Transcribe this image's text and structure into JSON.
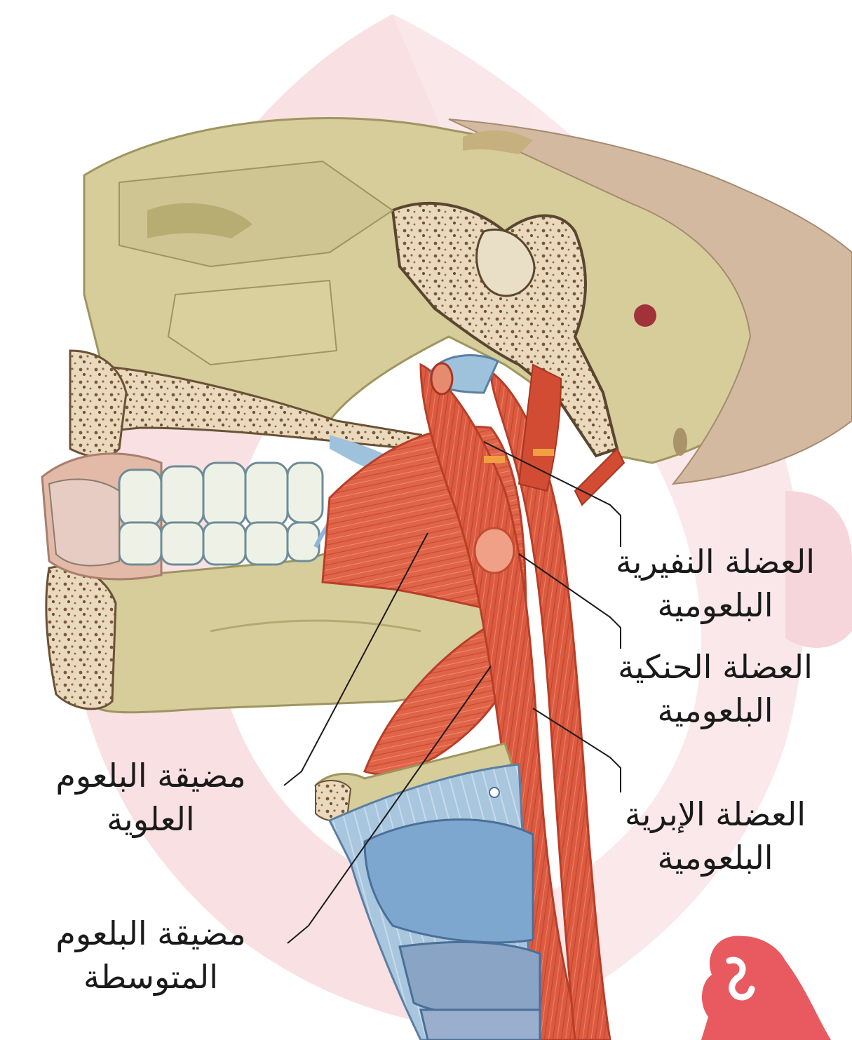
{
  "labels": {
    "salpingopharyngeus": {
      "line1": "العضلة النفيرية",
      "line2": "البلعومية"
    },
    "palatopharyngeus": {
      "line1": "العضلة الحنكية",
      "line2": "البلعومية"
    },
    "stylopharyngeus": {
      "line1": "العضلة الإبرية",
      "line2": "البلعومية"
    },
    "superior_constrictor": {
      "line1": "مضيقة البلعوم",
      "line2": "العلوية"
    },
    "middle_constrictor": {
      "line1": "مضيقة البلعوم",
      "line2": "المتوسطة"
    }
  },
  "colors": {
    "bone": "#d6cd9a",
    "bone_shadow": "#b9ae73",
    "bone_spongy": "#e9dcc0",
    "muscle": "#e2654b",
    "muscle_dark": "#c2452e",
    "cartilage": "#8fb6d8",
    "cartilage_dark": "#6a8fb8",
    "teeth": "#f2f4ea",
    "gum": "#e3b9a8",
    "watermark": "#f6d5d8",
    "logo": "#e85a5f"
  },
  "icons": {
    "watermark": "watermark-logo-icon",
    "corner_logo": "brand-logo-icon"
  }
}
